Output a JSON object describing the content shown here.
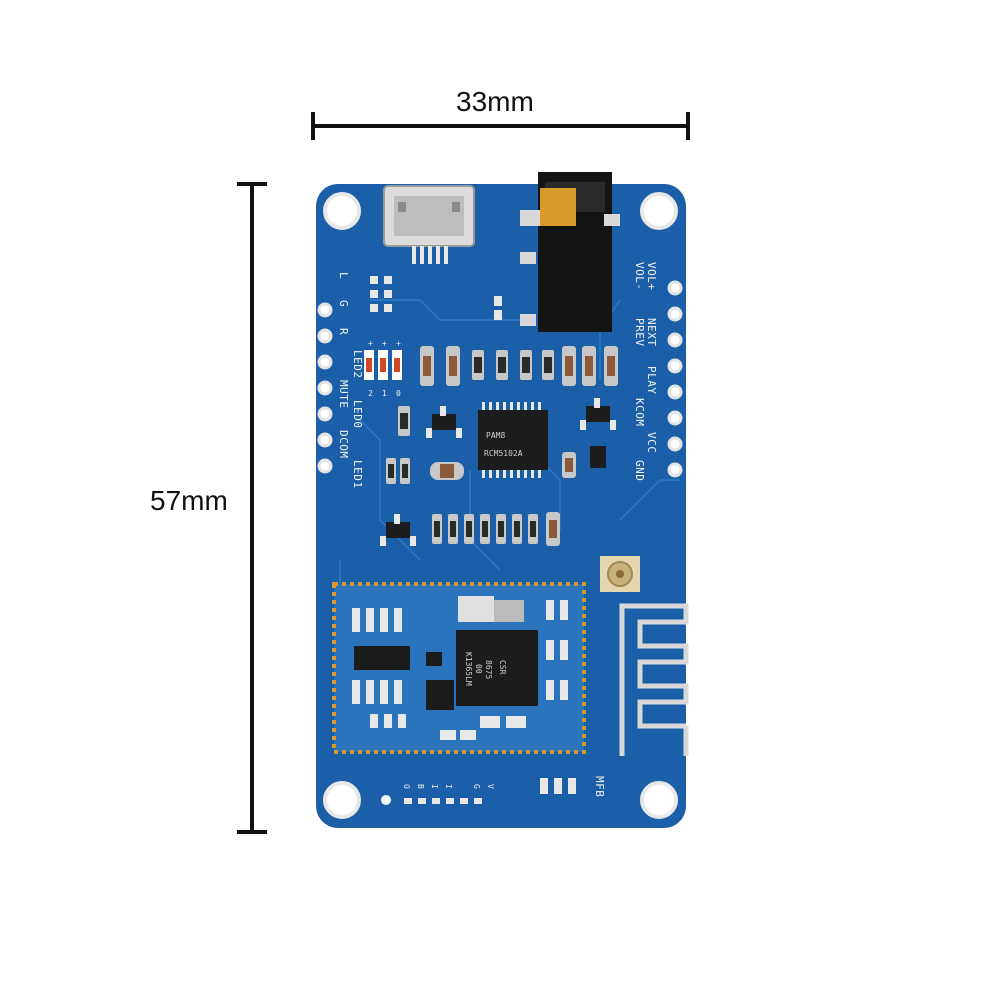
{
  "dimensions": {
    "width_label": "33mm",
    "height_label": "57mm"
  },
  "board": {
    "colors": {
      "pcb": "#1a5fa8",
      "pcb_trace": "#2a74bd",
      "silkscreen": "#f2f2f2",
      "pad": "#e8e8e8",
      "chip": "#1c1c1c",
      "gold": "#d89a2a"
    },
    "right_pin_labels": [
      "VOL+",
      "VOL-",
      "NEXT",
      "PREV",
      "PLAY",
      "KCOM",
      "VCC",
      "GND"
    ],
    "left_pin_labels": [
      "L",
      "G",
      "R",
      "LED2",
      "MUTE",
      "LED0",
      "DCOM",
      "LED1"
    ],
    "led_marks": [
      "+",
      "+",
      "+",
      "2",
      "1",
      "0"
    ],
    "bottom_pin_labels": [
      "O",
      "B",
      "I",
      "I",
      "G",
      "V"
    ],
    "mfb_label": "MFB",
    "amp_chip_lines": [
      "PAM8",
      "RCM5102A"
    ],
    "bt_chip_lines": [
      "CSR",
      "8675",
      "00",
      "K1365LM"
    ]
  }
}
